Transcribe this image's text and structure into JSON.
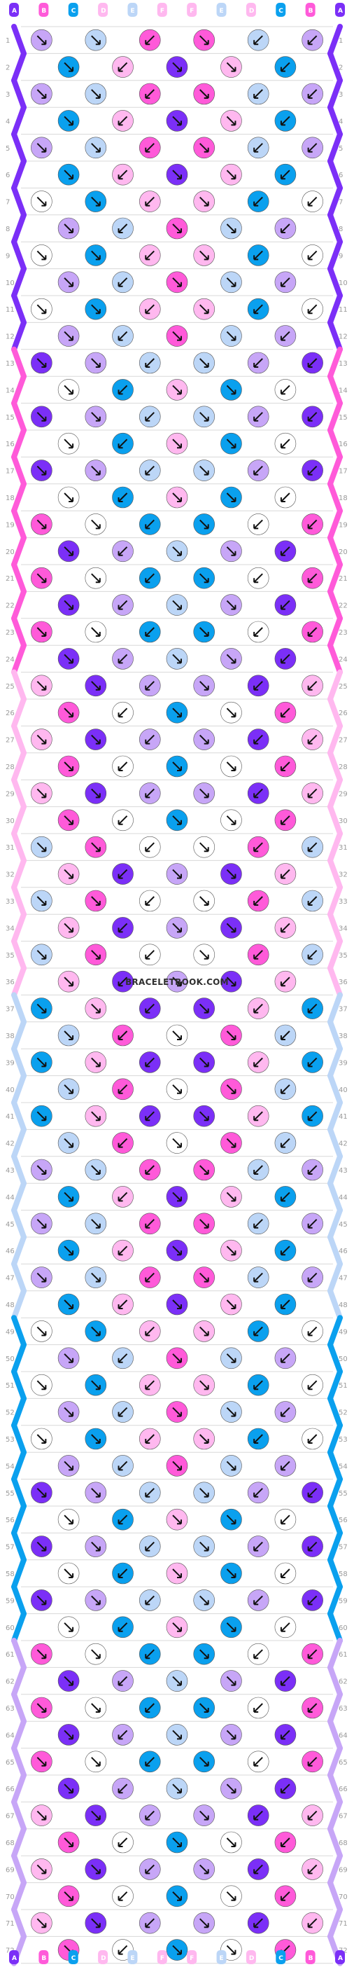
{
  "watermark": "BRACELETBOOK.COM",
  "strand_labels": [
    "A",
    "B",
    "C",
    "D",
    "E",
    "F",
    "F",
    "E",
    "D",
    "C",
    "B",
    "A"
  ],
  "row_count": 72,
  "colors": {
    "A": "#7b2ff7",
    "B": "#ff5ad9",
    "C": "#0aa0ee",
    "D": "#ffb8ef",
    "E": "#bcd6f7",
    "F": "#ffb8ef",
    "lilac": "#c7a6f7",
    "white": "#ffffff",
    "background": "#ffffff",
    "row_line": "#d8d8d8"
  },
  "knot_color_cycle": [
    "A",
    "B",
    "D",
    "E",
    "C",
    "lilac",
    "white"
  ]
}
